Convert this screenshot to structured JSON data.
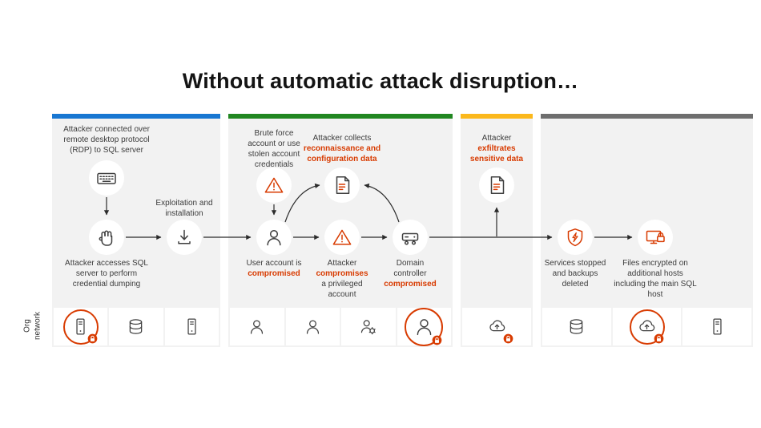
{
  "title": "Without automatic attack disruption…",
  "org_network": {
    "line1": "Org",
    "line2": "network"
  },
  "colors": {
    "stage1_bar": "#1877d2",
    "stage2_bar": "#218721",
    "stage3_bar": "#fbb81c",
    "stage4_bar": "#6e6e6e",
    "alert_red": "#d83b01",
    "panel_bg": "#f2f2f2"
  },
  "stage1": {
    "intro": "Attacker connected over remote desktop protocol (RDP) to SQL server",
    "outcome": "Attacker accesses SQL server to perform credential dumping",
    "exploitation_label": "Exploitation and installation",
    "icons": [
      "keyboard-hand-icon",
      "down-arrow",
      "fist-icon",
      "install-icon"
    ]
  },
  "stage2": {
    "brute_force": "Brute force account or use stolen account credentials",
    "collects_prefix": "Attacker collects",
    "collects_highlight": "reconnaissance and configuration data",
    "user_prefix": "User account is",
    "user_highlight": "compromised",
    "compromises_prefix": "Attacker",
    "compromises_highlight": "compromises",
    "compromises_suffix": "a privileged account",
    "dc_prefix": "Domain controller",
    "dc_highlight": "compromised",
    "icons": [
      "warning-icon",
      "document-icon",
      "user-icon",
      "warning-icon",
      "domain-controller-icon"
    ]
  },
  "stage3": {
    "exfil_prefix": "Attacker",
    "exfil_highlight": "exfiltrates sensitive data",
    "icons": [
      "document-icon",
      "up-arrow"
    ]
  },
  "stage4": {
    "services": "Services stopped and backups deleted",
    "files": "Files encrypted on additional hosts including the main SQL host",
    "icons": [
      "shield-bolt-icon",
      "monitor-lock-icon"
    ]
  },
  "network_row": {
    "stage1_assets": [
      "sql-server-compromised",
      "database",
      "server"
    ],
    "stage2_assets": [
      "user",
      "user",
      "service-account",
      "privileged-user-compromised"
    ],
    "stage3_assets": [
      "cloud-compromised"
    ],
    "stage4_assets": [
      "database",
      "cloud-compromised",
      "server"
    ]
  }
}
